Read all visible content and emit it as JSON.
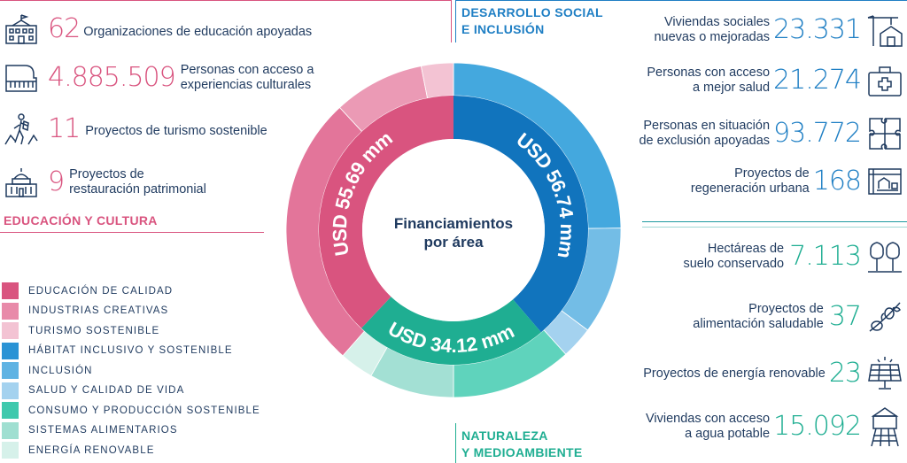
{
  "colors": {
    "education": "#d9547f",
    "social": "#1f7fc4",
    "nature": "#3fbfa6",
    "text": "#1f3a5f"
  },
  "education_section": {
    "title": "EDUCACIÓN Y CULTURA",
    "stats": [
      {
        "value": "62",
        "label": "Organizaciones de educación apoyadas",
        "icon": "school-icon"
      },
      {
        "value": "4.885.509",
        "label_lines": [
          "Personas con acceso a",
          "experiencias culturales"
        ],
        "icon": "piano-icon"
      },
      {
        "value": "11",
        "label": "Proyectos de turismo sostenible",
        "icon": "hiker-icon"
      },
      {
        "value": "9",
        "label_lines": [
          "Proyectos de",
          "restauración patrimonial"
        ],
        "icon": "heritage-building-icon"
      }
    ]
  },
  "social_section": {
    "title_lines": [
      "DESARROLLO SOCIAL",
      "E INCLUSIÓN"
    ],
    "stats": [
      {
        "value": "23.331",
        "label_lines": [
          "Viviendas sociales",
          "nuevas o mejoradas"
        ],
        "icon": "crane-house-icon"
      },
      {
        "value": "21.274",
        "label_lines": [
          "Personas con acceso",
          "a mejor salud"
        ],
        "icon": "first-aid-kit-icon"
      },
      {
        "value": "93.772",
        "label_lines": [
          "Personas en situación",
          "de exclusión apoyadas"
        ],
        "icon": "puzzle-icon"
      },
      {
        "value": "168",
        "label_lines": [
          "Proyectos de",
          "regeneración urbana"
        ],
        "icon": "blueprint-icon"
      }
    ]
  },
  "nature_section": {
    "title_lines": [
      "NATURALEZA",
      "Y MEDIOAMBIENTE"
    ],
    "stats": [
      {
        "value": "7.113",
        "label_lines": [
          "Hectáreas de",
          "suelo conservado"
        ],
        "icon": "trees-icon"
      },
      {
        "value": "37",
        "label_lines": [
          "Proyectos de",
          "alimentación saludable"
        ],
        "icon": "olive-branch-icon"
      },
      {
        "value": "23",
        "label": "Proyectos de energía renovable",
        "icon": "solar-panel-icon"
      },
      {
        "value": "15.092",
        "label_lines": [
          "Viviendas con acceso",
          "a agua potable"
        ],
        "icon": "water-tower-icon"
      }
    ]
  },
  "donut": {
    "center_lines": [
      "Financiamientos",
      "por área"
    ],
    "inner_ring": [
      {
        "label": "USD 56.74 mm",
        "value": 56.74,
        "color": "#1174bd"
      },
      {
        "label": "USD 34.12 mm",
        "value": 34.12,
        "color": "#1fae92"
      },
      {
        "label": "USD 55.69 mm",
        "value": 55.69,
        "color": "#d9547f"
      }
    ],
    "outer_ring_shares": [
      {
        "name": "Hábitat inclusivo y sostenible",
        "share": 0.248,
        "color": "#44a8de"
      },
      {
        "name": "Inclusión",
        "share": 0.104,
        "color": "#73bde6"
      },
      {
        "name": "Salud y calidad de vida",
        "share": 0.031,
        "color": "#a4d2ef"
      },
      {
        "name": "Consumo y producción sostenible",
        "share": 0.117,
        "color": "#5fd3bc"
      },
      {
        "name": "Sistemas alimentarios",
        "share": 0.082,
        "color": "#a3e0d4"
      },
      {
        "name": "Energía renovable",
        "share": 0.033,
        "color": "#d6f1ea"
      },
      {
        "name": "Educación de calidad",
        "share": 0.266,
        "color": "#e3759a"
      },
      {
        "name": "Industrias creativas",
        "share": 0.088,
        "color": "#eb9ab5"
      },
      {
        "name": "Turismo sostenible",
        "share": 0.031,
        "color": "#f3c3d3"
      }
    ]
  },
  "legend": [
    {
      "label": "EDUCACIÓN DE CALIDAD",
      "color": "#d9547f"
    },
    {
      "label": "INDUSTRIAS CREATIVAS",
      "color": "#e88aa9"
    },
    {
      "label": "TURISMO SOSTENIBLE",
      "color": "#f3c3d3"
    },
    {
      "label": "HÁBITAT INCLUSIVO Y SOSTENIBLE",
      "color": "#2a93d5"
    },
    {
      "label": "INCLUSIÓN",
      "color": "#5fb3e3"
    },
    {
      "label": "SALUD Y CALIDAD DE VIDA",
      "color": "#a4d2ef"
    },
    {
      "label": "CONSUMO Y PRODUCCIÓN SOSTENIBLE",
      "color": "#3fc9ad"
    },
    {
      "label": "SISTEMAS ALIMENTARIOS",
      "color": "#9fdfd1"
    },
    {
      "label": "ENERGÍA RENOVABLE",
      "color": "#d6f1ea"
    }
  ]
}
